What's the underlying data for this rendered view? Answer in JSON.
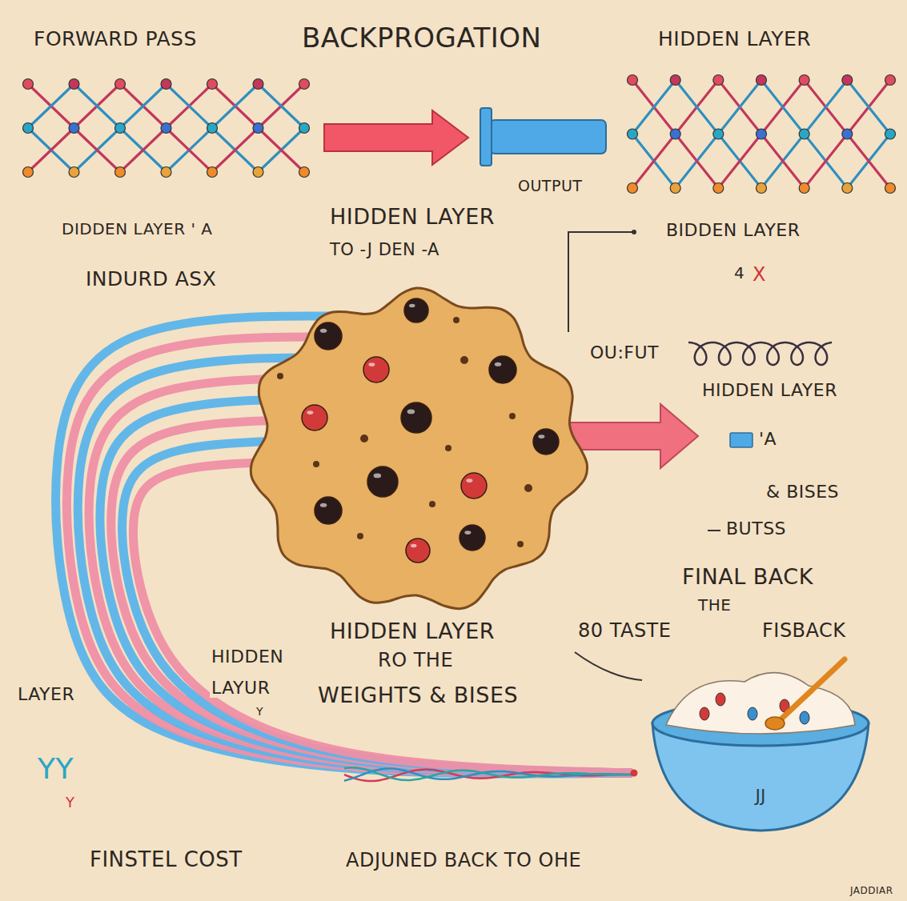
{
  "diagram": {
    "title": "BACKPROGATION",
    "nodes": [
      {
        "text": [
          "JJ"
        ]
      }
    ],
    "labels": [
      "FORWARD PASS",
      "HIDDEN LAYER",
      "OUTPUT",
      "DIDDEN LAYER ' A",
      "HIDDEN LAYER",
      "TO -J DEN -A",
      "BIDDEN LAYER",
      "INDURD ASX",
      "4",
      "X",
      "OU:FUT",
      "HIDDEN LAYER",
      "'A",
      "& BISES",
      "BUTSS",
      "FINAL BACK",
      "THE",
      "80 TASTE",
      "FISBACK",
      "HIDDEN LAYER",
      "RO THE",
      "HIDDEN",
      "LAYUR",
      "WEIGHTS & BISES",
      "LAYER",
      "Y",
      "YY",
      "Y",
      "FINSTEL COST",
      "ADJUNED BACK TO OHE",
      "JADDIAR"
    ]
  }
}
